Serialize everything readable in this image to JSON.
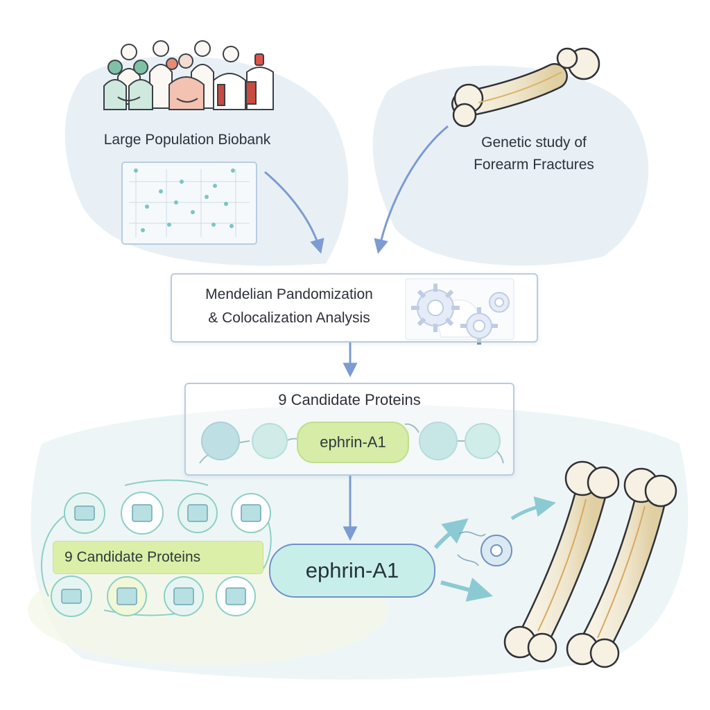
{
  "nodes": {
    "biobank": {
      "label": "Large Population Biobank"
    },
    "forearm": {
      "line1": "Genetic study of",
      "line2": "Forearm Fractures"
    },
    "mr": {
      "line1": "Mendelian Pandomization",
      "line2": "& Colocalization Analysis"
    },
    "candidates": {
      "title": "9 Candidate Proteins",
      "highlight": "ephrin-A1"
    },
    "network": {
      "label": "9 Candidate Proteins",
      "focus": "ephrin-A1"
    }
  },
  "colors": {
    "arrow": "#7b9bd2",
    "highlight_green": "#d4eca2",
    "focus_teal": "#c9efe9",
    "protein_circle": "#a9d8db",
    "bone": "#f3efe0"
  },
  "icons": [
    "people-group-icon",
    "scatter-plot-icon",
    "forearm-bone-icon",
    "gears-icon",
    "protein-circle-icon",
    "bone-pair-icon"
  ]
}
